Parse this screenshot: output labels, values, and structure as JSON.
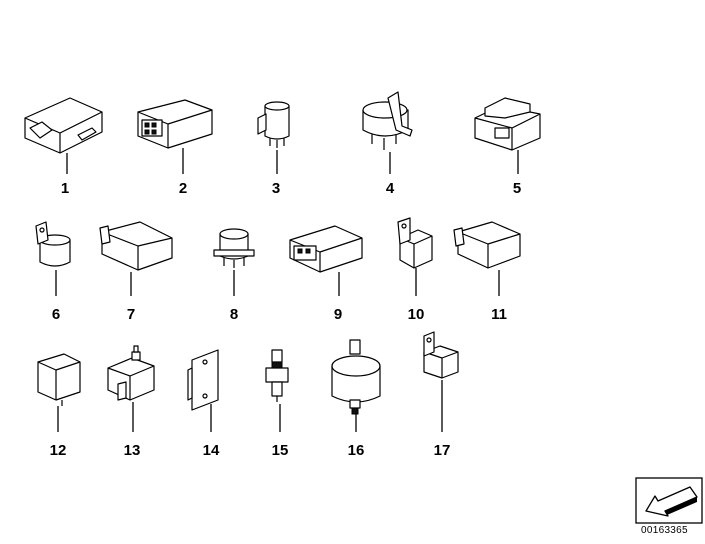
{
  "parts": [
    {
      "label": "1"
    },
    {
      "label": "2"
    },
    {
      "label": "3"
    },
    {
      "label": "4"
    },
    {
      "label": "5"
    },
    {
      "label": "6"
    },
    {
      "label": "7"
    },
    {
      "label": "8"
    },
    {
      "label": "9"
    },
    {
      "label": "10"
    },
    {
      "label": "11"
    },
    {
      "label": "12"
    },
    {
      "label": "13"
    },
    {
      "label": "14"
    },
    {
      "label": "15"
    },
    {
      "label": "16"
    },
    {
      "label": "17"
    }
  ],
  "reference_number": "00163365",
  "icons": {
    "nav_arrow": "arrow-down-left-icon"
  }
}
